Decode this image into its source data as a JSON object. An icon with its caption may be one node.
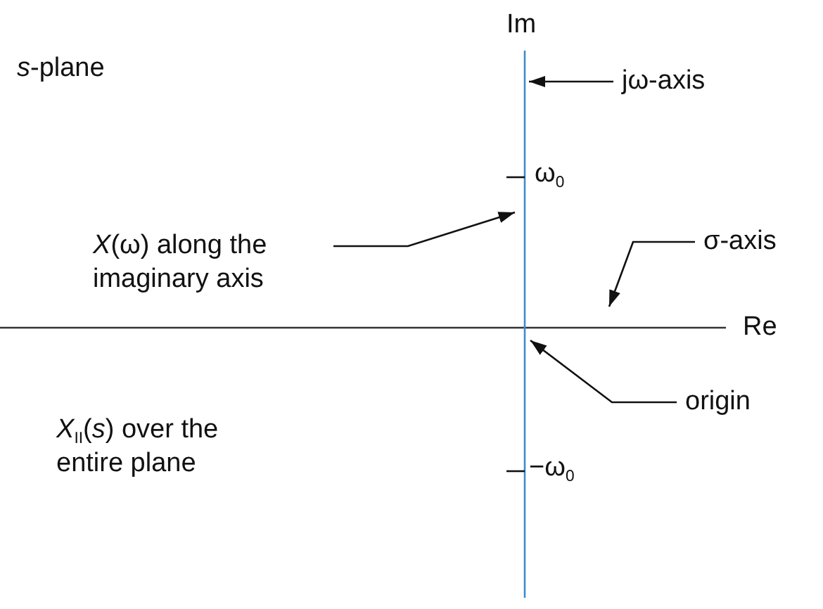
{
  "diagram": {
    "nodes": [
      {
        "text": [
          "jω-axis"
        ]
      },
      {
        "text": [
          "*X*(ω) along the imaginary axis"
        ]
      },
      {
        "text": [
          "σ-axis"
        ]
      },
      {
        "text": [
          "origin"
        ]
      }
    ],
    "edges": [
      {
        "from": 0,
        "to": null,
        "arrow": "to"
      },
      {
        "from": 1,
        "to": null,
        "arrow": "to"
      },
      {
        "from": 2,
        "to": null,
        "arrow": "to"
      },
      {
        "from": 3,
        "to": null,
        "arrow": "to"
      }
    ],
    "labels": [
      "Im",
      "*s*-plane",
      "ω$_{0}$",
      "Re",
      "−ω$_{0}$",
      "*X*$_{II}$(*s*) over the entire plane"
    ]
  }
}
